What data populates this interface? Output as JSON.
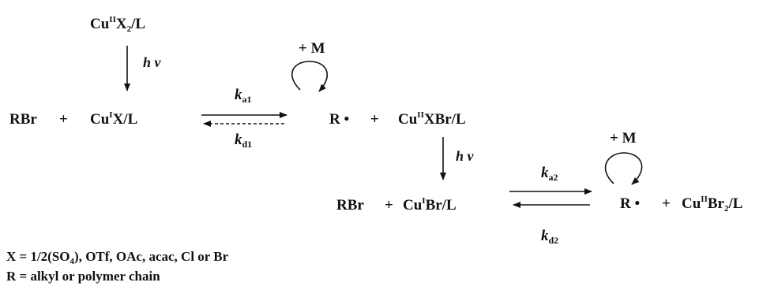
{
  "top_complex": {
    "base": "Cu",
    "ox": "II",
    "ligand_pre": "X",
    "sub": "2",
    "ligand_post": "/L"
  },
  "hv_top": "h ν",
  "row1": {
    "rbr": "RBr",
    "plus1": "+",
    "cu_base": "Cu",
    "cu_ox": "I",
    "cu_post": "X/L",
    "ka1": {
      "k": "k",
      "sub": "a1"
    },
    "kd1": {
      "k": "k",
      "sub": "d1"
    },
    "plus_m": "+ M",
    "radical": "R •",
    "plus2": "+",
    "cu2_base": "Cu",
    "cu2_ox": "II",
    "cu2_post": "XBr/L"
  },
  "hv_mid": "h ν",
  "row2": {
    "rbr": "RBr",
    "plus1": "+",
    "cu_base": "Cu",
    "cu_ox": "I",
    "cu_post": "Br/L",
    "ka2": {
      "k": "k",
      "sub": "a2"
    },
    "kd2": {
      "k": "k",
      "sub": "d2"
    },
    "plus_m": "+ M",
    "radical": "R •",
    "plus2": "+",
    "cu2_base": "Cu",
    "cu2_ox": "II",
    "cu2_mid": "Br",
    "cu2_sub": "2",
    "cu2_post": "/L"
  },
  "notes": {
    "x_pre": "X = 1/2(SO",
    "x_sub": "4",
    "x_post": "), OTf, OAc, acac, Cl or Br",
    "r": "R = alkyl or polymer chain"
  }
}
